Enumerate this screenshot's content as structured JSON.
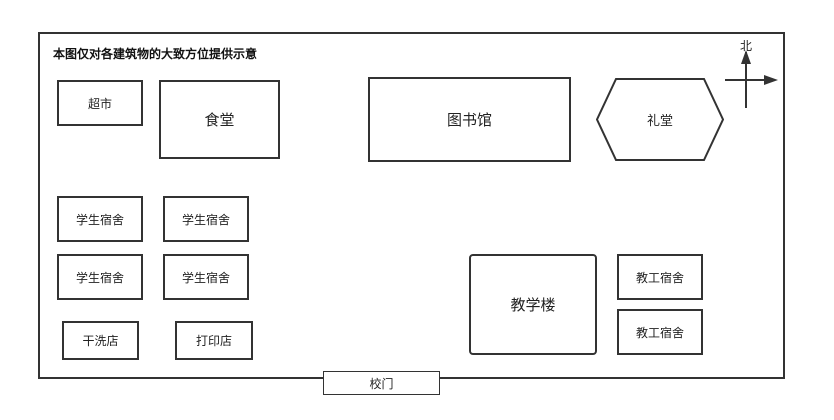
{
  "diagram": {
    "title": "本图仅对各建筑物的大致方位提供示意",
    "compass_label": "北",
    "buildings": {
      "supermarket": "超市",
      "canteen": "食堂",
      "library": "图书馆",
      "auditorium": "礼堂",
      "student_dorms": [
        "学生宿舍",
        "学生宿舍",
        "学生宿舍",
        "学生宿舍"
      ],
      "laundry": "干洗店",
      "print_shop": "打印店",
      "teaching_building": "教学楼",
      "staff_dorms": [
        "教工宿舍",
        "教工宿舍"
      ],
      "school_gate": "校门"
    }
  }
}
